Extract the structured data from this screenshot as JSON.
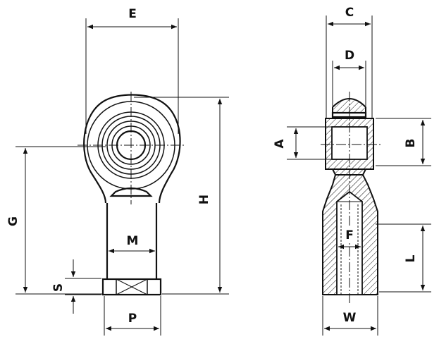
{
  "labels": {
    "E": "E",
    "M": "M",
    "P": "P",
    "S": "S",
    "G": "G",
    "H": "H",
    "C": "C",
    "D": "D",
    "A": "A",
    "B": "B",
    "F": "F",
    "L": "L",
    "W": "W"
  }
}
